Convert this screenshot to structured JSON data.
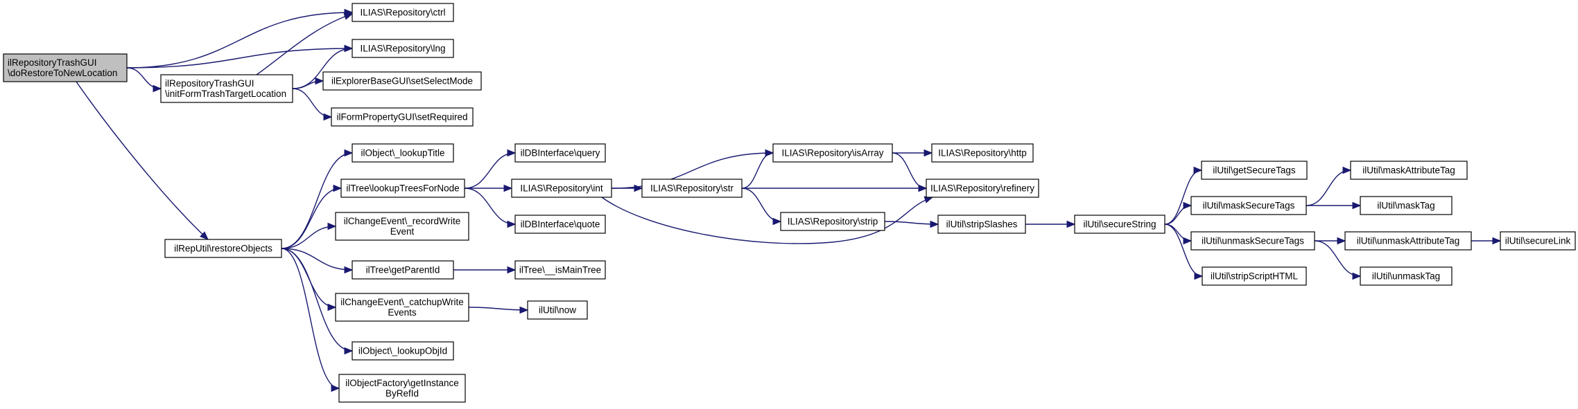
{
  "nodes": [
    {
      "id": "root",
      "lines": [
        "ilRepositoryTrashGUI",
        "\\doRestoreToNewLocation"
      ]
    },
    {
      "id": "ctrl",
      "lines": [
        "ILIAS\\Repository\\ctrl"
      ]
    },
    {
      "id": "lng",
      "lines": [
        "ILIAS\\Repository\\lng"
      ]
    },
    {
      "id": "initForm",
      "lines": [
        "ilRepositoryTrashGUI",
        "\\initFormTrashTargetLocation"
      ]
    },
    {
      "id": "setSelectMode",
      "lines": [
        "ilExplorerBaseGUI\\setSelectMode"
      ]
    },
    {
      "id": "setRequired",
      "lines": [
        "ilFormPropertyGUI\\setRequired"
      ]
    },
    {
      "id": "restoreObjects",
      "lines": [
        "ilRepUtil\\restoreObjects"
      ]
    },
    {
      "id": "lookupTitle",
      "lines": [
        "ilObject\\_lookupTitle"
      ]
    },
    {
      "id": "lookupTrees",
      "lines": [
        "ilTree\\lookupTreesForNode"
      ]
    },
    {
      "id": "recordWrite",
      "lines": [
        "ilChangeEvent\\_recordWrite",
        "Event"
      ]
    },
    {
      "id": "getParentId",
      "lines": [
        "ilTree\\getParentId"
      ]
    },
    {
      "id": "catchupWrite",
      "lines": [
        "ilChangeEvent\\_catchupWrite",
        "Events"
      ]
    },
    {
      "id": "lookupObjId",
      "lines": [
        "ilObject\\_lookupObjId"
      ]
    },
    {
      "id": "getInstance",
      "lines": [
        "ilObjectFactory\\getInstance",
        "ByRefId"
      ]
    },
    {
      "id": "query",
      "lines": [
        "ilDBInterface\\query"
      ]
    },
    {
      "id": "int",
      "lines": [
        "ILIAS\\Repository\\int"
      ]
    },
    {
      "id": "quote",
      "lines": [
        "ilDBInterface\\quote"
      ]
    },
    {
      "id": "isMainTree",
      "lines": [
        "ilTree\\__isMainTree"
      ]
    },
    {
      "id": "now",
      "lines": [
        "ilUtil\\now"
      ]
    },
    {
      "id": "str",
      "lines": [
        "ILIAS\\Repository\\str"
      ]
    },
    {
      "id": "isArray",
      "lines": [
        "ILIAS\\Repository\\isArray"
      ]
    },
    {
      "id": "strip",
      "lines": [
        "ILIAS\\Repository\\strip"
      ]
    },
    {
      "id": "http",
      "lines": [
        "ILIAS\\Repository\\http"
      ]
    },
    {
      "id": "refinery",
      "lines": [
        "ILIAS\\Repository\\refinery"
      ]
    },
    {
      "id": "stripSlashes",
      "lines": [
        "ilUtil\\stripSlashes"
      ]
    },
    {
      "id": "secureString",
      "lines": [
        "ilUtil\\secureString"
      ]
    },
    {
      "id": "getSecureTags",
      "lines": [
        "ilUtil\\getSecureTags"
      ]
    },
    {
      "id": "maskSecureTags",
      "lines": [
        "ilUtil\\maskSecureTags"
      ]
    },
    {
      "id": "unmaskSecureTags",
      "lines": [
        "ilUtil\\unmaskSecureTags"
      ]
    },
    {
      "id": "stripScriptHTML",
      "lines": [
        "ilUtil\\stripScriptHTML"
      ]
    },
    {
      "id": "maskAttributeTag",
      "lines": [
        "ilUtil\\maskAttributeTag"
      ]
    },
    {
      "id": "maskTag",
      "lines": [
        "ilUtil\\maskTag"
      ]
    },
    {
      "id": "unmaskAttributeTag",
      "lines": [
        "ilUtil\\unmaskAttributeTag"
      ]
    },
    {
      "id": "unmaskTag",
      "lines": [
        "ilUtil\\unmaskTag"
      ]
    },
    {
      "id": "secureLink",
      "lines": [
        "ilUtil\\secureLink"
      ]
    }
  ],
  "edges": [
    {
      "from": "root",
      "to": "ctrl"
    },
    {
      "from": "root",
      "to": "lng"
    },
    {
      "from": "root",
      "to": "initForm"
    },
    {
      "from": "root",
      "to": "restoreObjects"
    },
    {
      "from": "initForm",
      "to": "ctrl"
    },
    {
      "from": "initForm",
      "to": "lng"
    },
    {
      "from": "initForm",
      "to": "setSelectMode"
    },
    {
      "from": "initForm",
      "to": "setRequired"
    },
    {
      "from": "restoreObjects",
      "to": "lookupTitle"
    },
    {
      "from": "restoreObjects",
      "to": "lookupTrees"
    },
    {
      "from": "restoreObjects",
      "to": "recordWrite"
    },
    {
      "from": "restoreObjects",
      "to": "getParentId"
    },
    {
      "from": "restoreObjects",
      "to": "catchupWrite"
    },
    {
      "from": "restoreObjects",
      "to": "lookupObjId"
    },
    {
      "from": "restoreObjects",
      "to": "getInstance"
    },
    {
      "from": "lookupTrees",
      "to": "query"
    },
    {
      "from": "lookupTrees",
      "to": "int"
    },
    {
      "from": "lookupTrees",
      "to": "quote"
    },
    {
      "from": "getParentId",
      "to": "isMainTree"
    },
    {
      "from": "catchupWrite",
      "to": "now"
    },
    {
      "from": "int",
      "to": "str"
    },
    {
      "from": "int",
      "to": "isArray"
    },
    {
      "from": "int",
      "to": "refinery"
    },
    {
      "from": "str",
      "to": "isArray"
    },
    {
      "from": "str",
      "to": "refinery"
    },
    {
      "from": "str",
      "to": "strip"
    },
    {
      "from": "isArray",
      "to": "http"
    },
    {
      "from": "isArray",
      "to": "refinery"
    },
    {
      "from": "strip",
      "to": "stripSlashes"
    },
    {
      "from": "stripSlashes",
      "to": "secureString"
    },
    {
      "from": "secureString",
      "to": "getSecureTags"
    },
    {
      "from": "secureString",
      "to": "maskSecureTags"
    },
    {
      "from": "secureString",
      "to": "unmaskSecureTags"
    },
    {
      "from": "secureString",
      "to": "stripScriptHTML"
    },
    {
      "from": "maskSecureTags",
      "to": "maskAttributeTag"
    },
    {
      "from": "maskSecureTags",
      "to": "maskTag"
    },
    {
      "from": "unmaskSecureTags",
      "to": "unmaskAttributeTag"
    },
    {
      "from": "unmaskSecureTags",
      "to": "unmaskTag"
    },
    {
      "from": "unmaskAttributeTag",
      "to": "secureLink"
    }
  ]
}
